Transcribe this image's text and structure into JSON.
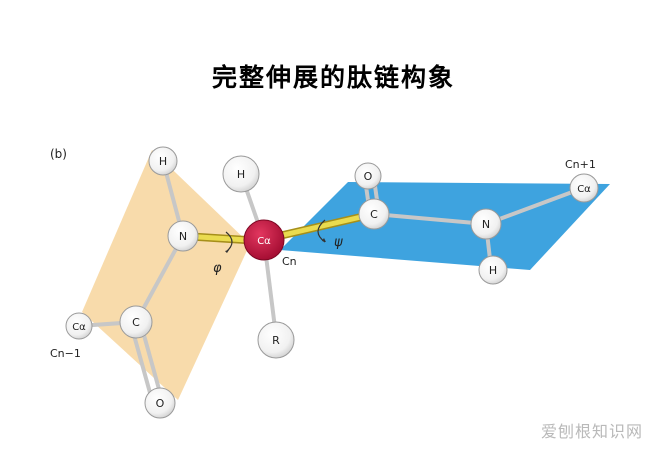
{
  "title": "完整伸展的肽链构象",
  "panel_label": "(b)",
  "atoms": {
    "h_left": "H",
    "n_left": "N",
    "c_alpha_left": "Cα",
    "c_left": "C",
    "o_left": "O",
    "h_center": "H",
    "c_alpha_center": "Cα",
    "r_group": "R",
    "o_right": "O",
    "c_right": "C",
    "n_right": "N",
    "h_right": "H",
    "c_alpha_right": "Cα"
  },
  "labels": {
    "cn_minus_1": "Cn−1",
    "cn": "Cn",
    "cn_plus_1": "Cn+1",
    "phi": "φ",
    "psi": "ψ"
  },
  "watermark": "爱刨根知识网",
  "colors": {
    "left_plane": "#f8d9a6",
    "right_plane": "#3ea3df",
    "alpha_carbon": "#c4123f",
    "bond_highlight": "#e7d64a"
  }
}
